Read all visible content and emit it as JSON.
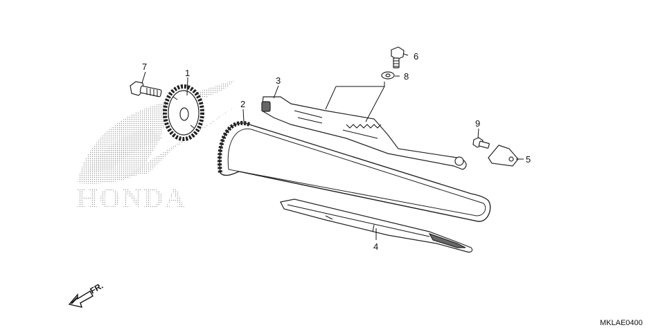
{
  "brand": {
    "wordmark": "HONDA",
    "watermark_color": "#b8b8b8"
  },
  "callouts": {
    "c1": "1",
    "c2": "2",
    "c3": "3",
    "c4": "4",
    "c5": "5",
    "c6": "6",
    "c7": "7",
    "c8": "8",
    "c9": "9"
  },
  "front_indicator": "FR.",
  "diagram_code": "MKLAE0400",
  "colors": {
    "line": "#111111",
    "part_fill": "#ffffff",
    "shade": "#666666"
  }
}
